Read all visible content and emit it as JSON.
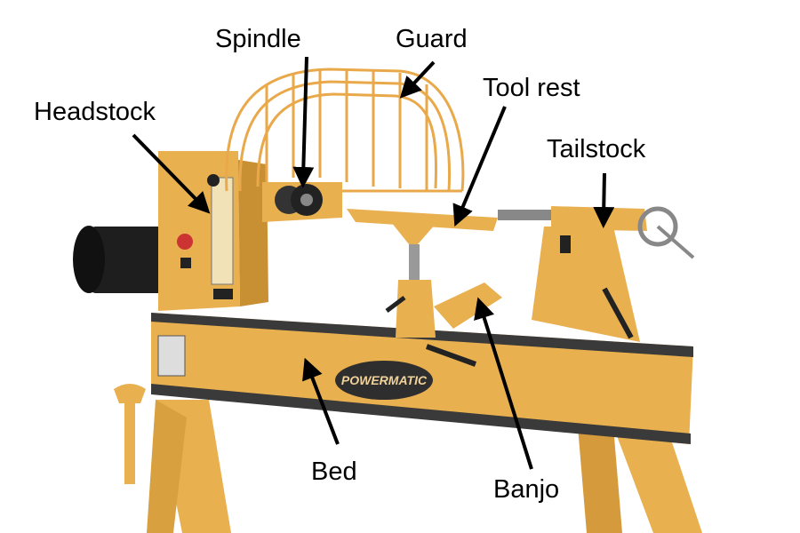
{
  "labels": {
    "headstock": "Headstock",
    "spindle": "Spindle",
    "guard": "Guard",
    "tool_rest": "Tool rest",
    "tailstock": "Tailstock",
    "bed": "Bed",
    "banjo": "Banjo"
  },
  "logo": {
    "brand": "POWERMATIC"
  },
  "colors": {
    "machine_yellow": "#e9b04f",
    "machine_shadow": "#c98f33",
    "dark_metal": "#2b2b2b",
    "label_text": "#000000"
  }
}
